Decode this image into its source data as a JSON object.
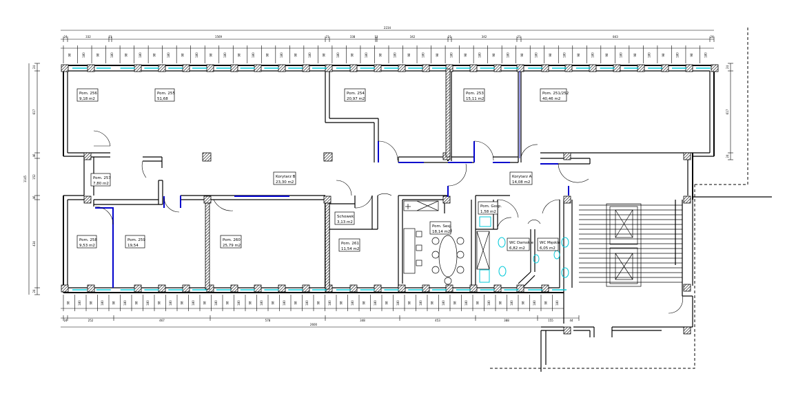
{
  "rooms": [
    {
      "id": "256",
      "name": "Pom. 256",
      "area": "9,18 m2"
    },
    {
      "id": "255",
      "name": "Pom. 255",
      "area": "51,68"
    },
    {
      "id": "254",
      "name": "Pom. 254",
      "area": "20,97 m2"
    },
    {
      "id": "253",
      "name": "Pom. 253",
      "area": "15,11 m2"
    },
    {
      "id": "251-252",
      "name": "Pom. 251/252",
      "area": "40,46 m2"
    },
    {
      "id": "257",
      "name": "Pom. 257",
      "area": "7,80 m2"
    },
    {
      "id": "korytarz-b",
      "name": "Korytarz B",
      "area": "23,30 m2"
    },
    {
      "id": "korytarz-a",
      "name": "Korytarz A",
      "area": "14,08 m2"
    },
    {
      "id": "258",
      "name": "Pom. 258",
      "area": "9,53 m2"
    },
    {
      "id": "259",
      "name": "Pom. 259",
      "area": "19,54"
    },
    {
      "id": "260",
      "name": "Pom. 260",
      "area": "25,79 m2"
    },
    {
      "id": "schowek",
      "name": "Schowek",
      "area": "3,13 m2"
    },
    {
      "id": "261",
      "name": "Pom. 261",
      "area": "11,54 m2"
    },
    {
      "id": "sesji",
      "name": "Pom. Sesj.",
      "area": "18,14 m2"
    },
    {
      "id": "gosp",
      "name": "Pom. Gosp.",
      "area": "1,58 m2"
    },
    {
      "id": "wc-damskie",
      "name": "WC Damskie",
      "area": "6,82 m2"
    },
    {
      "id": "wc-meskie",
      "name": "WC Męskie",
      "area": "6,05 m2"
    }
  ],
  "dimensions": {
    "top_total": "2234",
    "top_segments": [
      "24",
      "332",
      "21",
      "1569",
      "21",
      "338",
      "12",
      "342",
      "21",
      "342",
      "21",
      "843",
      "24"
    ],
    "bottom_total": "2600",
    "bottom_segments": [
      "24",
      "252",
      "467",
      "578",
      "348",
      "453",
      "388",
      "155",
      "44"
    ],
    "left_total": "1145",
    "left_segments": [
      "24",
      "617",
      "46",
      "152",
      "46",
      "434",
      "24"
    ],
    "right_segments": [
      "24",
      "617",
      "24"
    ],
    "module_top": [
      "98",
      "180",
      "98",
      "180",
      "98",
      "180",
      "98",
      "180",
      "98",
      "180",
      "98",
      "180",
      "98",
      "180",
      "98",
      "180",
      "98",
      "180",
      "98",
      "180",
      "98",
      "180",
      "98",
      "180",
      "98",
      "180",
      "98",
      "180",
      "98",
      "180",
      "98",
      "180",
      "98",
      "180",
      "98",
      "180",
      "98",
      "180",
      "98",
      "180",
      "98",
      "180",
      "98",
      "180",
      "98",
      "180"
    ],
    "module_bottom": [
      "98",
      "180",
      "98",
      "180",
      "98",
      "180",
      "98",
      "180",
      "98",
      "180",
      "98",
      "180",
      "98",
      "180",
      "98",
      "180",
      "98",
      "180",
      "98",
      "180",
      "98",
      "180",
      "98",
      "180",
      "98",
      "180",
      "98",
      "180",
      "98",
      "180",
      "98",
      "180",
      "98",
      "180",
      "98",
      "180",
      "98",
      "180",
      "98",
      "180",
      "98",
      "180",
      "98",
      "180"
    ]
  },
  "colors": {
    "walls": "#000000",
    "windows": "#00c8d8",
    "doors": "#0000cc",
    "background": "#ffffff"
  }
}
